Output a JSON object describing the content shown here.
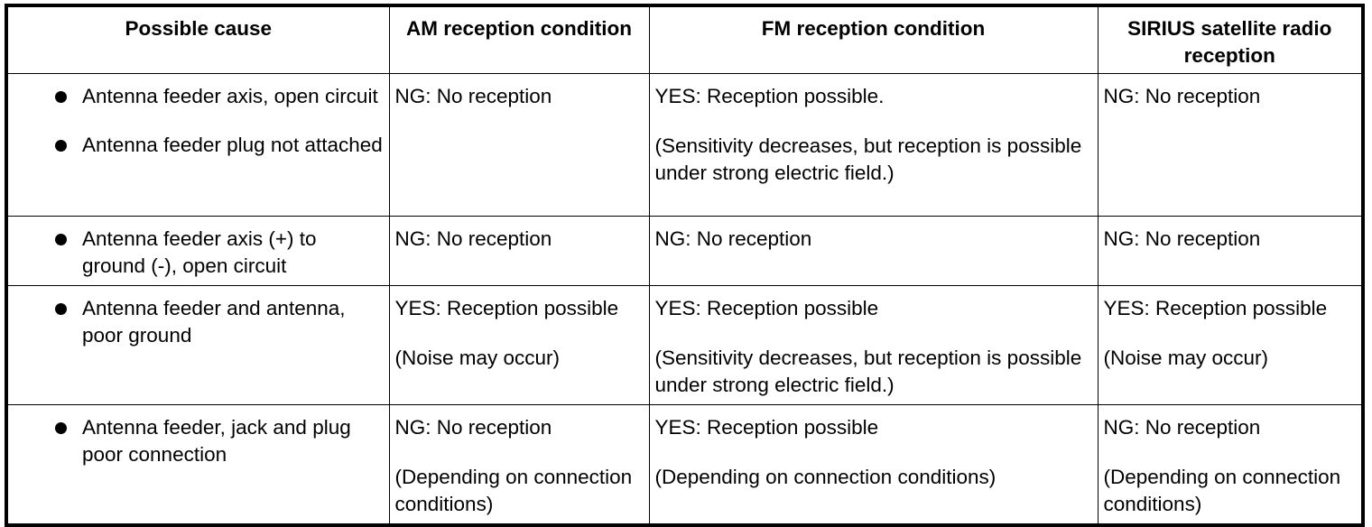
{
  "headers": [
    "Possible cause",
    "AM reception condition",
    "FM reception condition",
    "SIRIUS satellite radio reception"
  ],
  "rows": [
    {
      "causes": [
        "Antenna feeder axis, open circuit",
        "Antenna feeder plug not attached"
      ],
      "am": {
        "status": "NG: No reception",
        "note": ""
      },
      "fm": {
        "status": "YES: Reception possible.",
        "note": "(Sensitivity decreases, but reception is possible under strong electric field.)"
      },
      "sirius": {
        "status": "NG: No reception",
        "note": ""
      }
    },
    {
      "causes": [
        "Antenna feeder axis (+) to ground (-), open circuit"
      ],
      "am": {
        "status": "NG: No reception",
        "note": ""
      },
      "fm": {
        "status": "NG: No reception",
        "note": ""
      },
      "sirius": {
        "status": "NG: No reception",
        "note": ""
      }
    },
    {
      "causes": [
        "Antenna feeder and antenna, poor ground"
      ],
      "am": {
        "status": "YES: Reception possible",
        "note": "(Noise may occur)"
      },
      "fm": {
        "status": "YES: Reception possible",
        "note": "(Sensitivity decreases, but reception is possible under strong electric field.)"
      },
      "sirius": {
        "status": "YES: Reception possible",
        "note": "(Noise may occur)"
      }
    },
    {
      "causes": [
        "Antenna feeder, jack and plug poor connection"
      ],
      "am": {
        "status": "NG: No reception",
        "note": "(Depending on connection conditions)"
      },
      "fm": {
        "status": "YES: Reception possible",
        "note": "(Depending on connection conditions)"
      },
      "sirius": {
        "status": "NG: No reception",
        "note": "(Depending on connection conditions)"
      }
    }
  ]
}
